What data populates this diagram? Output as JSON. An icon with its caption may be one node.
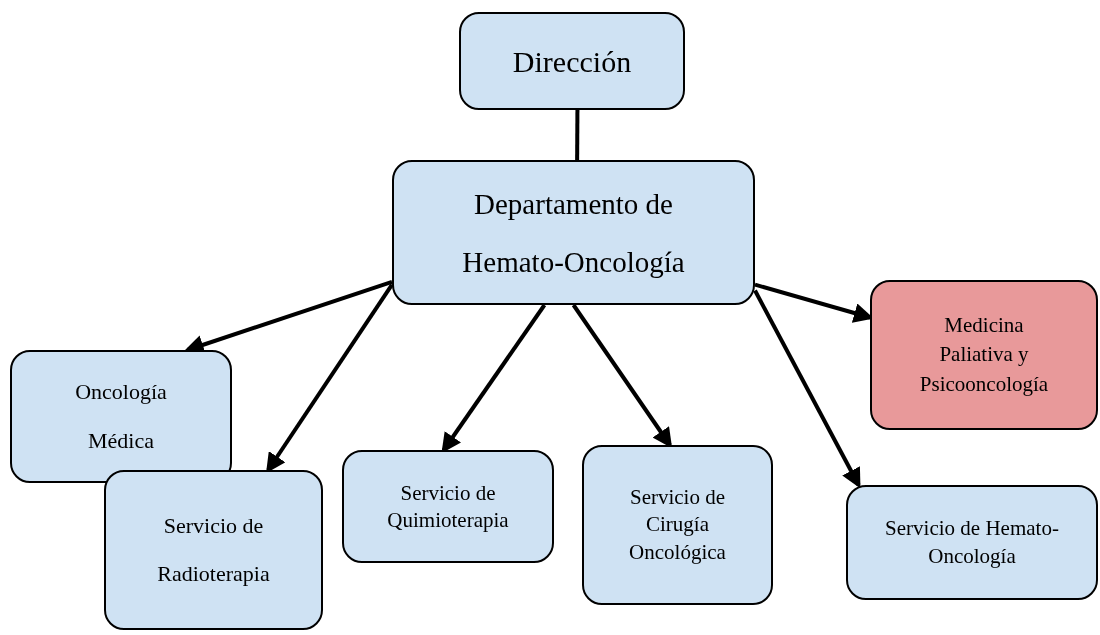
{
  "diagram": {
    "nodes": [
      {
        "text": [
          "Dirección"
        ]
      },
      {
        "text": [
          "Departamento de Hemato-Oncología"
        ]
      },
      {
        "text": [
          "Oncología Médica"
        ]
      },
      {
        "text": [
          "Servicio de Radioterapia"
        ]
      },
      {
        "text": [
          "Servicio de Quimioterapia"
        ]
      },
      {
        "text": [
          "Servicio de Cirugía Oncológica"
        ]
      },
      {
        "text": [
          "Medicina Paliativa y Psicooncología"
        ]
      },
      {
        "text": [
          "Servicio de Hemato-Oncología"
        ]
      }
    ],
    "edges": [
      {
        "from": 0,
        "to": 1,
        "arrow": "none"
      },
      {
        "from": 1,
        "to": 2,
        "arrow": "to"
      },
      {
        "from": 1,
        "to": 3,
        "arrow": "to"
      },
      {
        "from": 1,
        "to": 4,
        "arrow": "to"
      },
      {
        "from": 1,
        "to": 5,
        "arrow": "to"
      },
      {
        "from": 1,
        "to": 6,
        "arrow": "to"
      },
      {
        "from": 1,
        "to": 7,
        "arrow": "to"
      }
    ]
  }
}
